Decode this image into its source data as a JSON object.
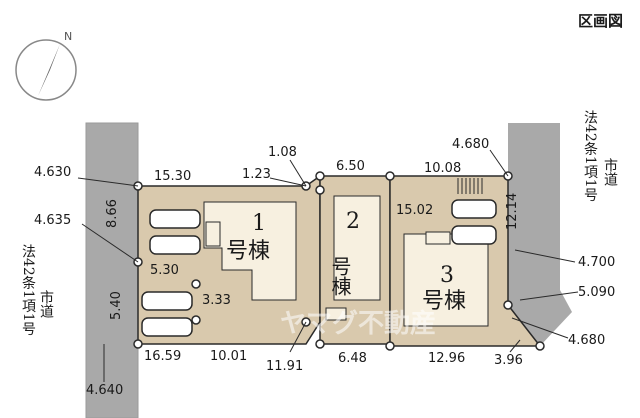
{
  "title": "区画図",
  "compass": {
    "north_label": "N"
  },
  "roads": {
    "left_label_a": "法42条1項1号",
    "left_label_b": "市道",
    "right_label_a": "法42条1項1号",
    "right_label_b": "市道"
  },
  "lots": [
    {
      "number": "1",
      "suffix": "号棟"
    },
    {
      "number": "2",
      "suffix": "号棟"
    },
    {
      "number": "3",
      "suffix": "号棟"
    }
  ],
  "dimensions": {
    "d_4630": "4.630",
    "d_1530": "15.30",
    "d_108": "1.08",
    "d_123": "1.23",
    "d_650": "6.50",
    "d_1008": "10.08",
    "d_4680_top": "4.680",
    "d_4635": "4.635",
    "d_866": "8.66",
    "d_1502": "15.02",
    "d_1214": "12.14",
    "d_530": "5.30",
    "d_4700": "4.700",
    "d_5090": "5.090",
    "d_540": "5.40",
    "d_333": "3.33",
    "d_1659": "16.59",
    "d_1001": "10.01",
    "d_1191": "11.91",
    "d_648": "6.48",
    "d_1296": "12.96",
    "d_396": "3.96",
    "d_4680_bottom": "4.680",
    "d_4640": "4.640"
  },
  "watermark": "ヤマグ不動産",
  "colors": {
    "lot_fill": "#d9c9ad",
    "building_fill": "#f7f0e0",
    "road_fill": "#a9a9a9",
    "line": "#2a2a2a"
  }
}
